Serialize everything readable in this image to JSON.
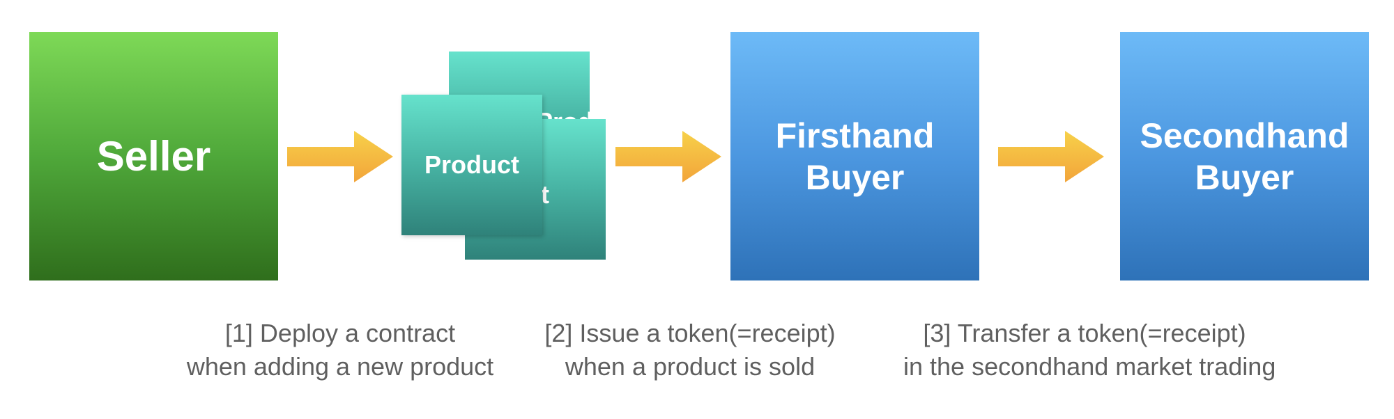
{
  "nodes": {
    "seller": "Seller",
    "product_label": "Product",
    "firsthand": [
      "Firsthand",
      "Buyer"
    ],
    "secondhand": [
      "Secondhand",
      "Buyer"
    ]
  },
  "steps": [
    {
      "line1": "[1] Deploy a contract",
      "line2": "when adding a new product"
    },
    {
      "line1": "[2] Issue a token(=receipt)",
      "line2": "when a product is sold"
    },
    {
      "line1": "[3] Transfer a token(=receipt)",
      "line2": "in the secondhand market trading"
    }
  ],
  "colors": {
    "seller": "#4fa83a",
    "product": "#47b3a3",
    "buyer": "#4c97e0",
    "arrow": "#f3b53f",
    "caption": "#5f5f5f"
  }
}
